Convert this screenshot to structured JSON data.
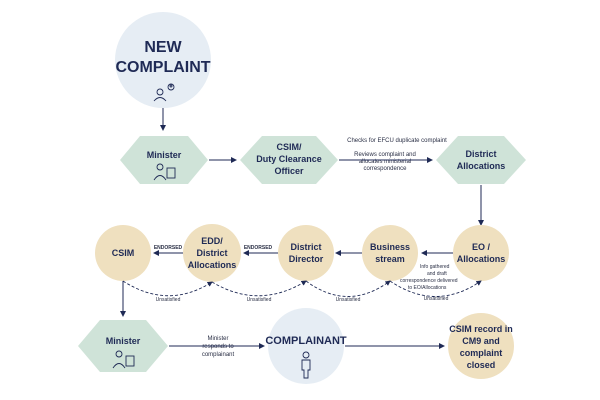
{
  "colors": {
    "navy": "#1f2a55",
    "diamond": "#cfe3d8",
    "circle": "#efe0bf",
    "pale_circle": "#e6edf4"
  },
  "nodes": {
    "new_complaint": {
      "line1": "NEW",
      "line2": "COMPLAINT"
    },
    "minister_top": {
      "label": "Minister"
    },
    "csim_duty": {
      "line1": "CSIM/",
      "line2": "Duty Clearance",
      "line3": "Officer"
    },
    "district_alloc": {
      "line1": "District",
      "line2": "Allocations"
    },
    "eo_alloc": {
      "line1": "EO /",
      "line2": "Allocations"
    },
    "business_stream": {
      "line1": "Business",
      "line2": "stream"
    },
    "district_director": {
      "line1": "District",
      "line2": "Director"
    },
    "edd_alloc": {
      "line1": "EDD/",
      "line2": "District",
      "line3": "Allocations"
    },
    "csim_left": {
      "label": "CSIM"
    },
    "minister_bottom": {
      "label": "Minister"
    },
    "complainant": {
      "label": "COMPLAINANT"
    },
    "csim_record": {
      "line1": "CSIM record in",
      "line2": "CM9 and",
      "line3": "complaint",
      "line4": "closed"
    }
  },
  "labels": {
    "efcu_check": "Checks for EFCU duplicate complaint",
    "reviews1": "Reviews complaint and",
    "reviews2": "allocates ministerial",
    "reviews3": "correspondence",
    "endorsed1": "ENDORSED",
    "endorsed2": "ENDORSED",
    "info1": "Info gathered",
    "info2": "and draft",
    "info3": "correspondence delivered",
    "info4": "to EO/Allocations",
    "unsat1": "Unsatisfied",
    "unsat2": "Unsatisfied",
    "unsat3": "Unsatisfied",
    "unsat4": "Unsatisfied",
    "minister_responds1": "Minister",
    "minister_responds2": "responds to",
    "minister_responds3": "complainant"
  }
}
